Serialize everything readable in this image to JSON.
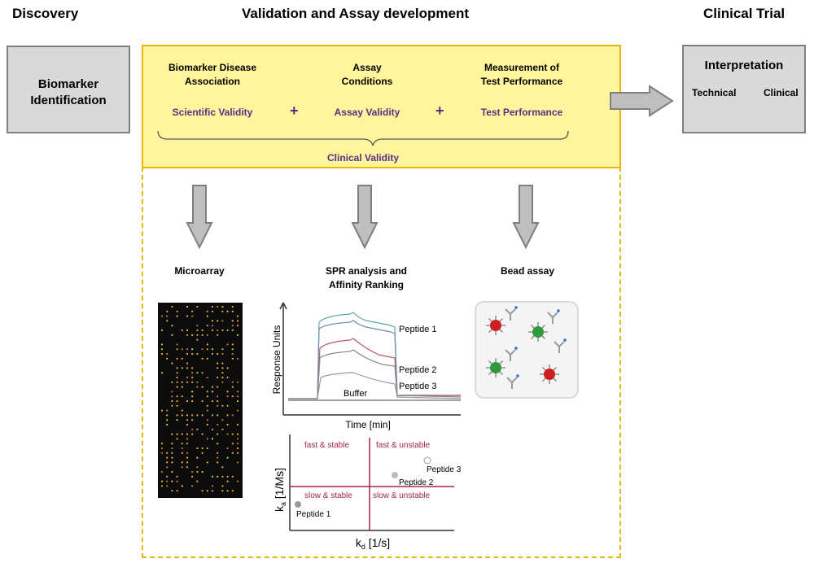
{
  "stages": {
    "discovery": "Discovery",
    "validation": "Validation and Assay development",
    "clinical": "Clinical Trial"
  },
  "discovery_box": {
    "line1": "Biomarker",
    "line2": "Identification"
  },
  "validity_panel": {
    "col1_title_line1": "Biomarker Disease",
    "col1_title_line2": "Association",
    "col2_title_line1": "Assay",
    "col2_title_line2": "Conditions",
    "col3_title_line1": "Measurement of",
    "col3_title_line2": "Test Performance",
    "col1_validity": "Scientific Validity",
    "col2_validity": "Assay Validity",
    "col3_validity": "Test Performance",
    "plus": "+",
    "clinical_validity": "Clinical Validity"
  },
  "interpretation_box": {
    "title": "Interpretation",
    "technical": "Technical",
    "clinical": "Clinical"
  },
  "methods": {
    "microarray": "Microarray",
    "spr_line1": "SPR analysis  and",
    "spr_line2": "Affinity Ranking",
    "bead": "Bead assay"
  },
  "spr_chart": {
    "ylabel": "Response Units",
    "xlabel": "Time [min]",
    "labels": [
      "Peptide 1",
      "Peptide 2",
      "Peptide 3",
      "Buffer"
    ]
  },
  "affinity_chart": {
    "ylabel_main": "k",
    "ylabel_sub": "a",
    "ylabel_rest": " [1/Ms]",
    "xlabel_main": "k",
    "xlabel_sub": "d",
    "xlabel_rest": " [1/s]",
    "quadrants": [
      "fast & stable",
      "fast & unstable",
      "slow & stable",
      "slow & unstable"
    ],
    "points": [
      "Peptide 1",
      "Peptide 2",
      "Peptide 3"
    ]
  },
  "colors": {
    "yellow_fill": "#fff59d",
    "yellow_border": "#e6b800",
    "purple_text": "#5b2c83",
    "quadrant_line": "#a3264f",
    "gray_box": "#d9d9d9"
  }
}
